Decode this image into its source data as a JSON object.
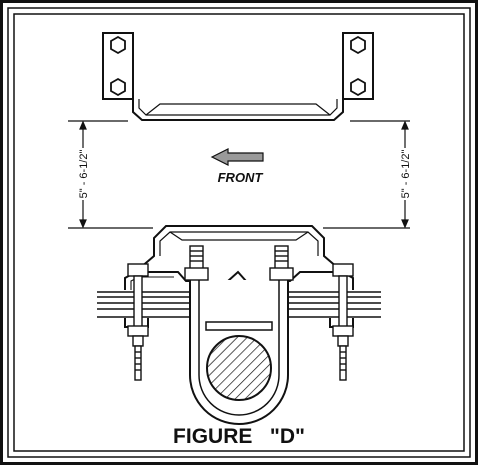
{
  "figure": {
    "caption": "FIGURE   \"D\"",
    "direction_label": "FRONT",
    "dimension_left": "5\" - 6-1/2\"",
    "dimension_right": "5\" - 6-1/2\""
  },
  "icons": {
    "direction_arrow": "arrow-left-icon",
    "axle": "hatched-circle-icon"
  },
  "colors": {
    "line": "#111111",
    "arrow_fill": "#9a9a9a",
    "background": "#ffffff"
  }
}
